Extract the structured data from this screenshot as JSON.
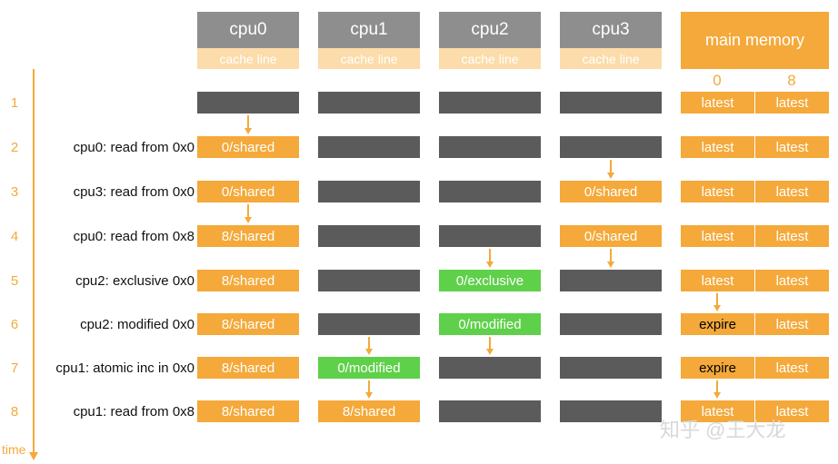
{
  "headers": {
    "cpus": [
      "cpu0",
      "cpu1",
      "cpu2",
      "cpu3"
    ],
    "cache_line_label": "cache line",
    "memory_label": "main memory",
    "memory_addresses": [
      "0",
      "8"
    ]
  },
  "time_label": "time",
  "rows": [
    {
      "num": "1",
      "label": "",
      "cells": [
        {
          "text": "",
          "state": "gray"
        },
        {
          "text": "",
          "state": "gray"
        },
        {
          "text": "",
          "state": "gray"
        },
        {
          "text": "",
          "state": "gray"
        }
      ],
      "memory": [
        "latest",
        "latest"
      ]
    },
    {
      "num": "2",
      "label": "cpu0: read from 0x0",
      "cells": [
        {
          "text": "0/shared",
          "state": "orange"
        },
        {
          "text": "",
          "state": "gray"
        },
        {
          "text": "",
          "state": "gray"
        },
        {
          "text": "",
          "state": "gray"
        }
      ],
      "memory": [
        "latest",
        "latest"
      ]
    },
    {
      "num": "3",
      "label": "cpu3: read from 0x0",
      "cells": [
        {
          "text": "0/shared",
          "state": "orange"
        },
        {
          "text": "",
          "state": "gray"
        },
        {
          "text": "",
          "state": "gray"
        },
        {
          "text": "0/shared",
          "state": "orange"
        }
      ],
      "memory": [
        "latest",
        "latest"
      ]
    },
    {
      "num": "4",
      "label": "cpu0: read from 0x8",
      "cells": [
        {
          "text": "8/shared",
          "state": "orange"
        },
        {
          "text": "",
          "state": "gray"
        },
        {
          "text": "",
          "state": "gray"
        },
        {
          "text": "0/shared",
          "state": "orange"
        }
      ],
      "memory": [
        "latest",
        "latest"
      ]
    },
    {
      "num": "5",
      "label": "cpu2: exclusive 0x0",
      "cells": [
        {
          "text": "8/shared",
          "state": "orange"
        },
        {
          "text": "",
          "state": "gray"
        },
        {
          "text": "0/exclusive",
          "state": "green"
        },
        {
          "text": "",
          "state": "gray"
        }
      ],
      "memory": [
        "latest",
        "latest"
      ]
    },
    {
      "num": "6",
      "label": "cpu2: modified 0x0",
      "cells": [
        {
          "text": "8/shared",
          "state": "orange"
        },
        {
          "text": "",
          "state": "gray"
        },
        {
          "text": "0/modified",
          "state": "green"
        },
        {
          "text": "",
          "state": "gray"
        }
      ],
      "memory": [
        "expire",
        "latest"
      ]
    },
    {
      "num": "7",
      "label": "cpu1: atomic inc in 0x0",
      "cells": [
        {
          "text": "8/shared",
          "state": "orange"
        },
        {
          "text": "0/modified",
          "state": "green"
        },
        {
          "text": "",
          "state": "gray"
        },
        {
          "text": "",
          "state": "gray"
        }
      ],
      "memory": [
        "expire",
        "latest"
      ]
    },
    {
      "num": "8",
      "label": "cpu1: read from 0x8",
      "cells": [
        {
          "text": "8/shared",
          "state": "orange"
        },
        {
          "text": "8/shared",
          "state": "orange"
        },
        {
          "text": "",
          "state": "gray"
        },
        {
          "text": "",
          "state": "gray"
        }
      ],
      "memory": [
        "latest",
        "latest"
      ]
    }
  ],
  "transfer_arrows": [
    {
      "col": "cpu0",
      "between_rows": [
        "1",
        "2"
      ]
    },
    {
      "col": "cpu3",
      "between_rows": [
        "2",
        "3"
      ]
    },
    {
      "col": "cpu0",
      "between_rows": [
        "3",
        "4"
      ]
    },
    {
      "col": "cpu2",
      "between_rows": [
        "4",
        "5"
      ]
    },
    {
      "col": "cpu3",
      "between_rows": [
        "4",
        "5"
      ]
    },
    {
      "col": "memory-0",
      "between_rows": [
        "5",
        "6"
      ]
    },
    {
      "col": "cpu1",
      "between_rows": [
        "6",
        "7"
      ]
    },
    {
      "col": "cpu2",
      "between_rows": [
        "6",
        "7"
      ]
    },
    {
      "col": "cpu1",
      "between_rows": [
        "7",
        "8"
      ]
    },
    {
      "col": "memory-0",
      "between_rows": [
        "7",
        "8"
      ]
    }
  ],
  "watermark": "知乎 @王大龙",
  "colors": {
    "accent": "#f4a93a",
    "header_gray": "#8e8e8e",
    "cache_line_fill": "#fbdcaa",
    "empty_cell": "#5b5b5b",
    "exclusive_green": "#5fd04a"
  }
}
